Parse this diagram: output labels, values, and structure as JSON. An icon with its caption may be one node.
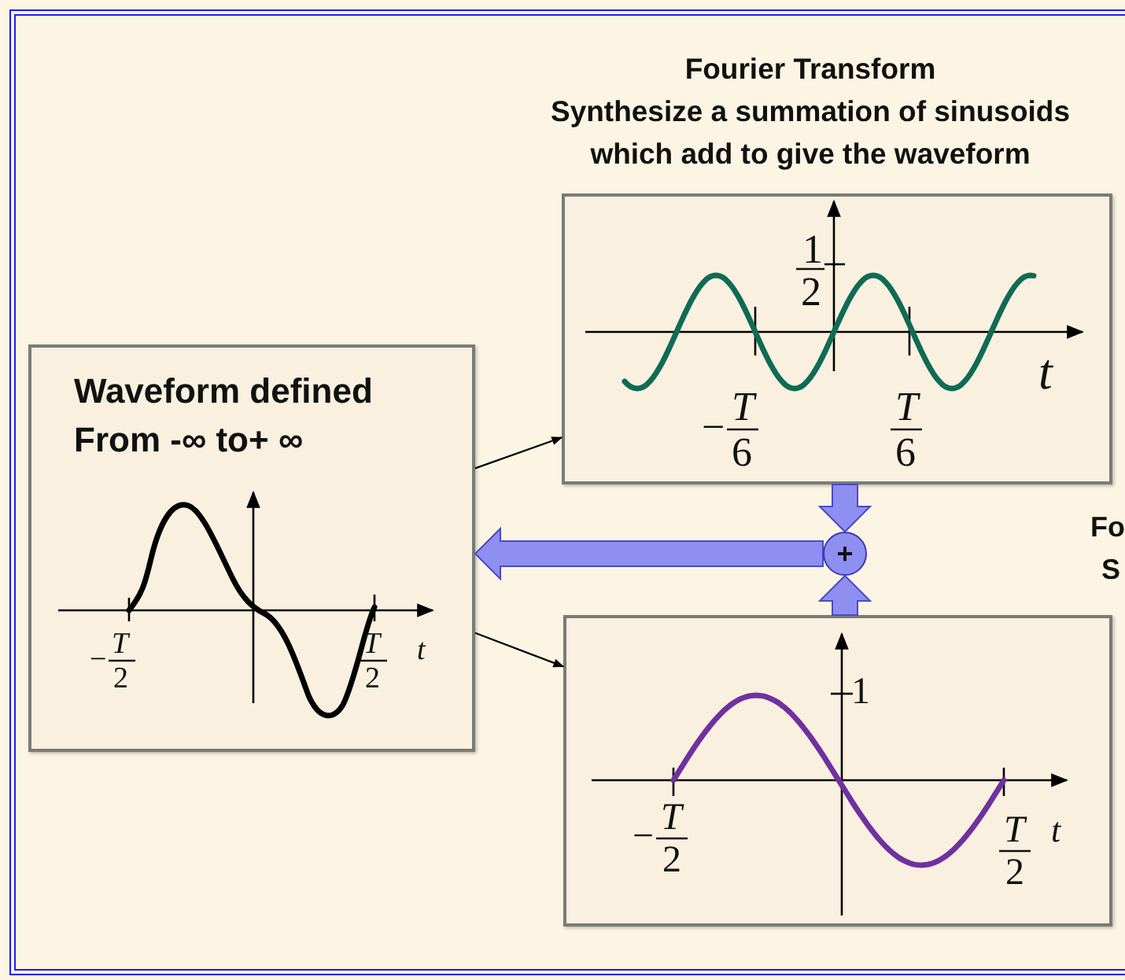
{
  "diagram": {
    "nodes": [
      {
        "text": [
          "Waveform defined From -∞ to+ ∞"
        ]
      },
      {
        "text": [
          "Fourier Transform",
          "Synthesize a summation of sinusoids which add to give the waveform"
        ]
      },
      {
        "text": [],
        "shape": "picture"
      },
      {
        "text": [
          "+"
        ]
      }
    ],
    "edges": [
      {
        "from": 0,
        "to": 1,
        "arrow": "to"
      },
      {
        "from": 0,
        "to": 2,
        "arrow": "to"
      },
      {
        "from": 1,
        "to": 3,
        "arrow": "to",
        "style": "thick",
        "color": "#8f8ff2"
      },
      {
        "from": 2,
        "to": 3,
        "arrow": "to",
        "style": "thick",
        "color": "#8f8ff2"
      },
      {
        "from": 3,
        "to": 0,
        "arrow": "to",
        "style": "thick",
        "color": "#8f8ff2"
      }
    ],
    "labels": [
      "1",
      "2",
      "t",
      "−",
      "T",
      "6",
      "T",
      "6",
      "−",
      "T",
      "2",
      "t",
      "T",
      "2",
      "Fo",
      "S",
      "1",
      "−",
      "T",
      "2",
      "t",
      "T",
      "2"
    ]
  }
}
